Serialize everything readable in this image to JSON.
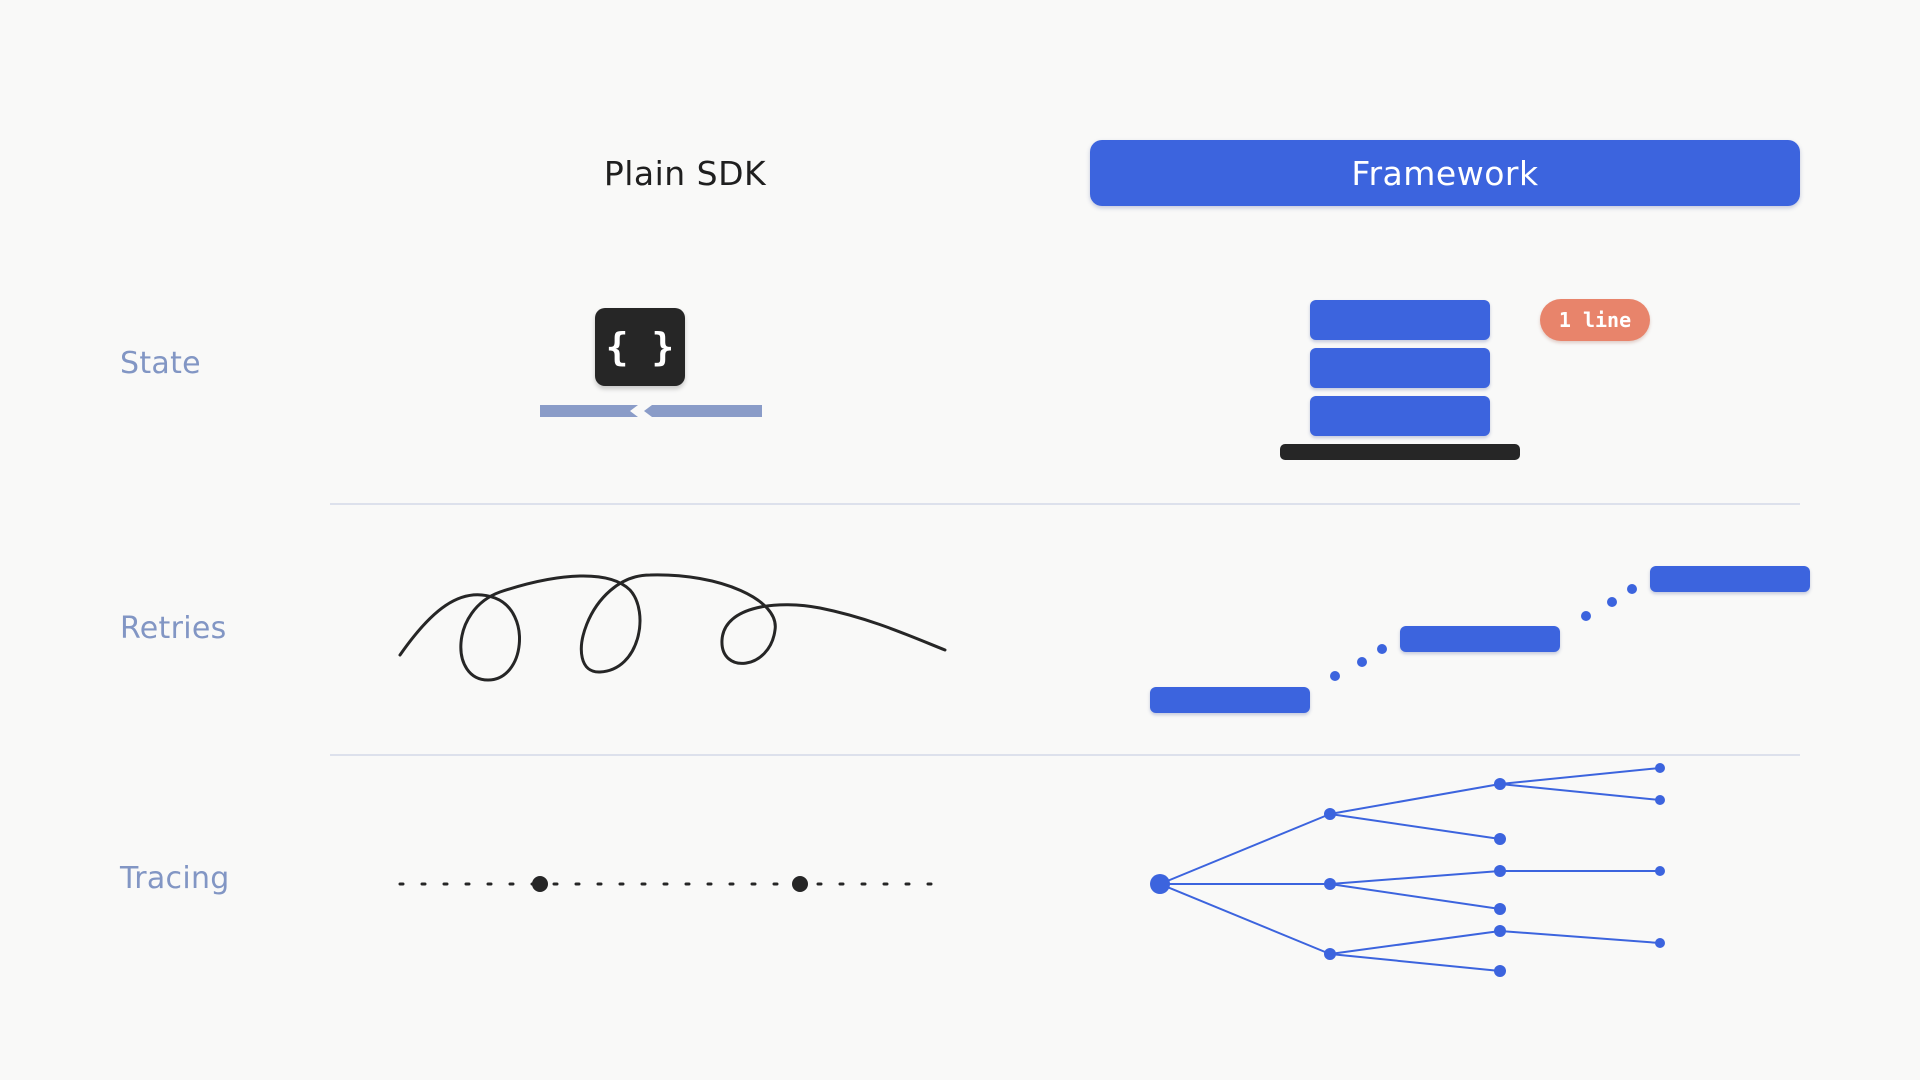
{
  "columns": {
    "plain_sdk": "Plain SDK",
    "framework": "Framework"
  },
  "rows": {
    "state": "State",
    "retries": "Retries",
    "tracing": "Tracing"
  },
  "state": {
    "code_glyph": "{ }",
    "badge": "1 line"
  },
  "colors": {
    "accent_blue": "#3c64de",
    "label_blue": "#8296c4",
    "dark": "#262626",
    "badge_orange": "#e8846b",
    "divider": "#dde1ec"
  }
}
